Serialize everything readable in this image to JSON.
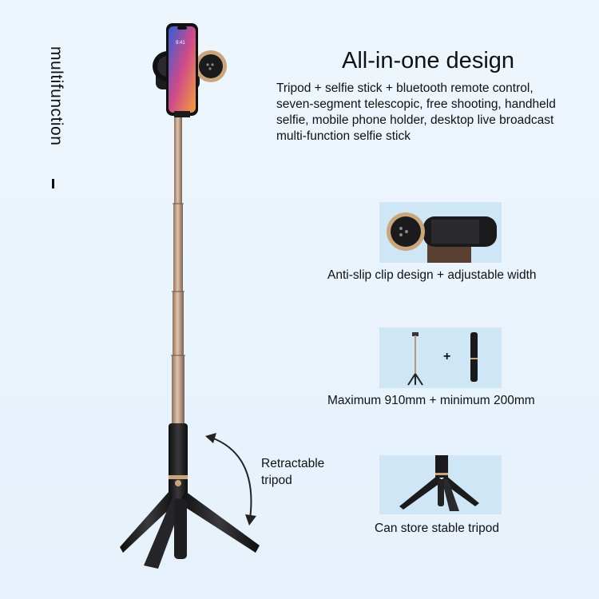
{
  "vertical_title": "multifunction",
  "headline": "All-in-one design",
  "description_lines": [
    "Tripod + selfie stick + bluetooth remote control,",
    "seven-segment telescopic, free shooting, handheld",
    "selfie, mobile phone holder, desktop live broadcast",
    "multi-function selfie stick"
  ],
  "features": [
    {
      "caption": "Anti-slip clip design + adjustable width",
      "image": "phone-clip-closeup"
    },
    {
      "caption": "Maximum 910mm + minimum 200mm",
      "image": "extended-vs-folded",
      "plus_sign": "+"
    },
    {
      "caption": "Can store stable tripod",
      "image": "tripod-base"
    }
  ],
  "side_note_lines": [
    "Retractable",
    "tripod"
  ],
  "phone_time": "9:41",
  "colors": {
    "background": "#e9f3fb",
    "thumb_bg": "#cfe6f7",
    "rod": "#c5a48a",
    "base": "#1b1b1d",
    "accent_gold": "#c9a67b"
  }
}
